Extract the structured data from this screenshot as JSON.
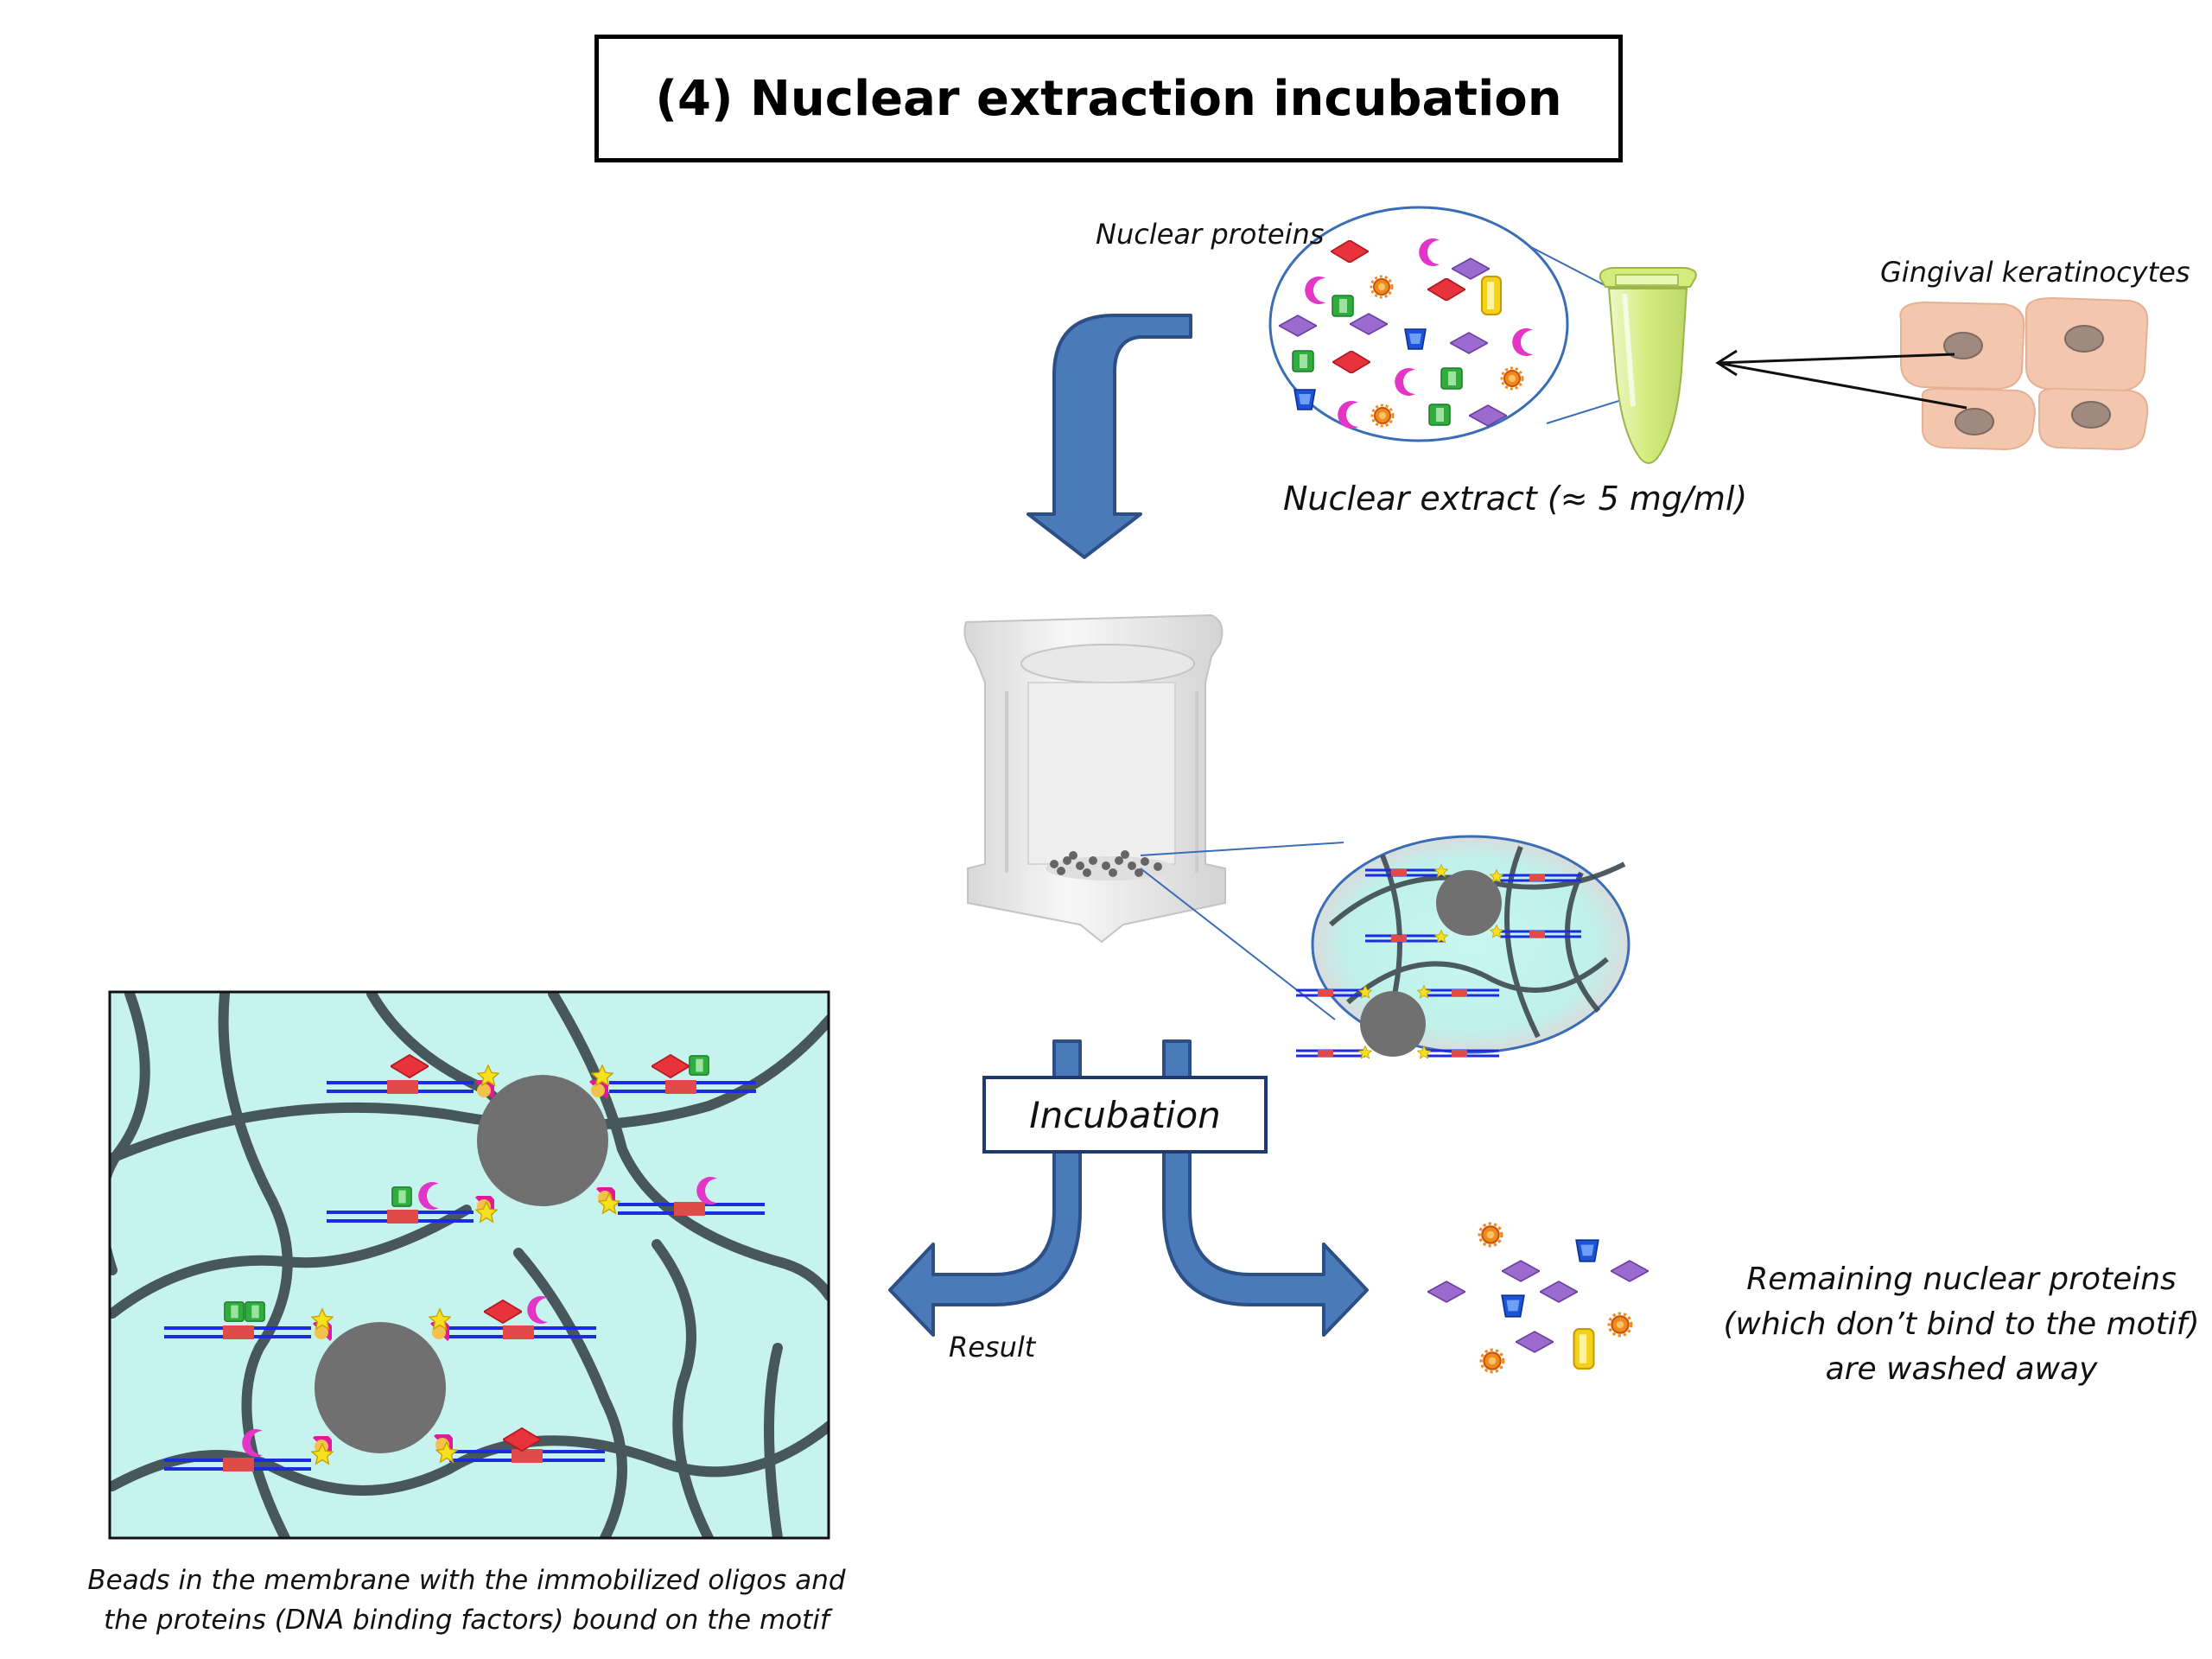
{
  "title": "(4) Nuclear extraction incubation",
  "labels": {
    "nuclear_proteins": "Nuclear proteins",
    "gingival_keratinocytes": "Gingival keratinocytes",
    "nuclear_extract": "Nuclear extract (≈ 5 mg/ml)",
    "incubation": "Incubation",
    "result": "Result",
    "remaining_line1": "Remaining nuclear proteins",
    "remaining_line2": "(which don’t bind to the motif)",
    "remaining_line3": "are washed away",
    "beads_line1": "Beads in the membrane with the immobilized oligos and",
    "beads_line2": "the proteins (DNA binding factors) bound on the motif"
  },
  "colors": {
    "arrow_fill": "#4a7ab8",
    "arrow_stroke": "#2c4f86",
    "membrane_bg": "#c6f3ee",
    "fiber": "#3e4a50",
    "bead": "#707070",
    "dna": "#1b2be0",
    "motif": "#e24a4a",
    "protein_diamond": "#e8323c",
    "protein_crescent": "#e535c8",
    "protein_square": "#2fae3e",
    "protein_lavender": "#9b6bcf",
    "protein_star": "#f08a1c",
    "protein_cup": "#1d53d8",
    "protein_cylinder": "#f5d21a",
    "cells": "#f3c7ad",
    "tube": "#d9ee8a"
  }
}
